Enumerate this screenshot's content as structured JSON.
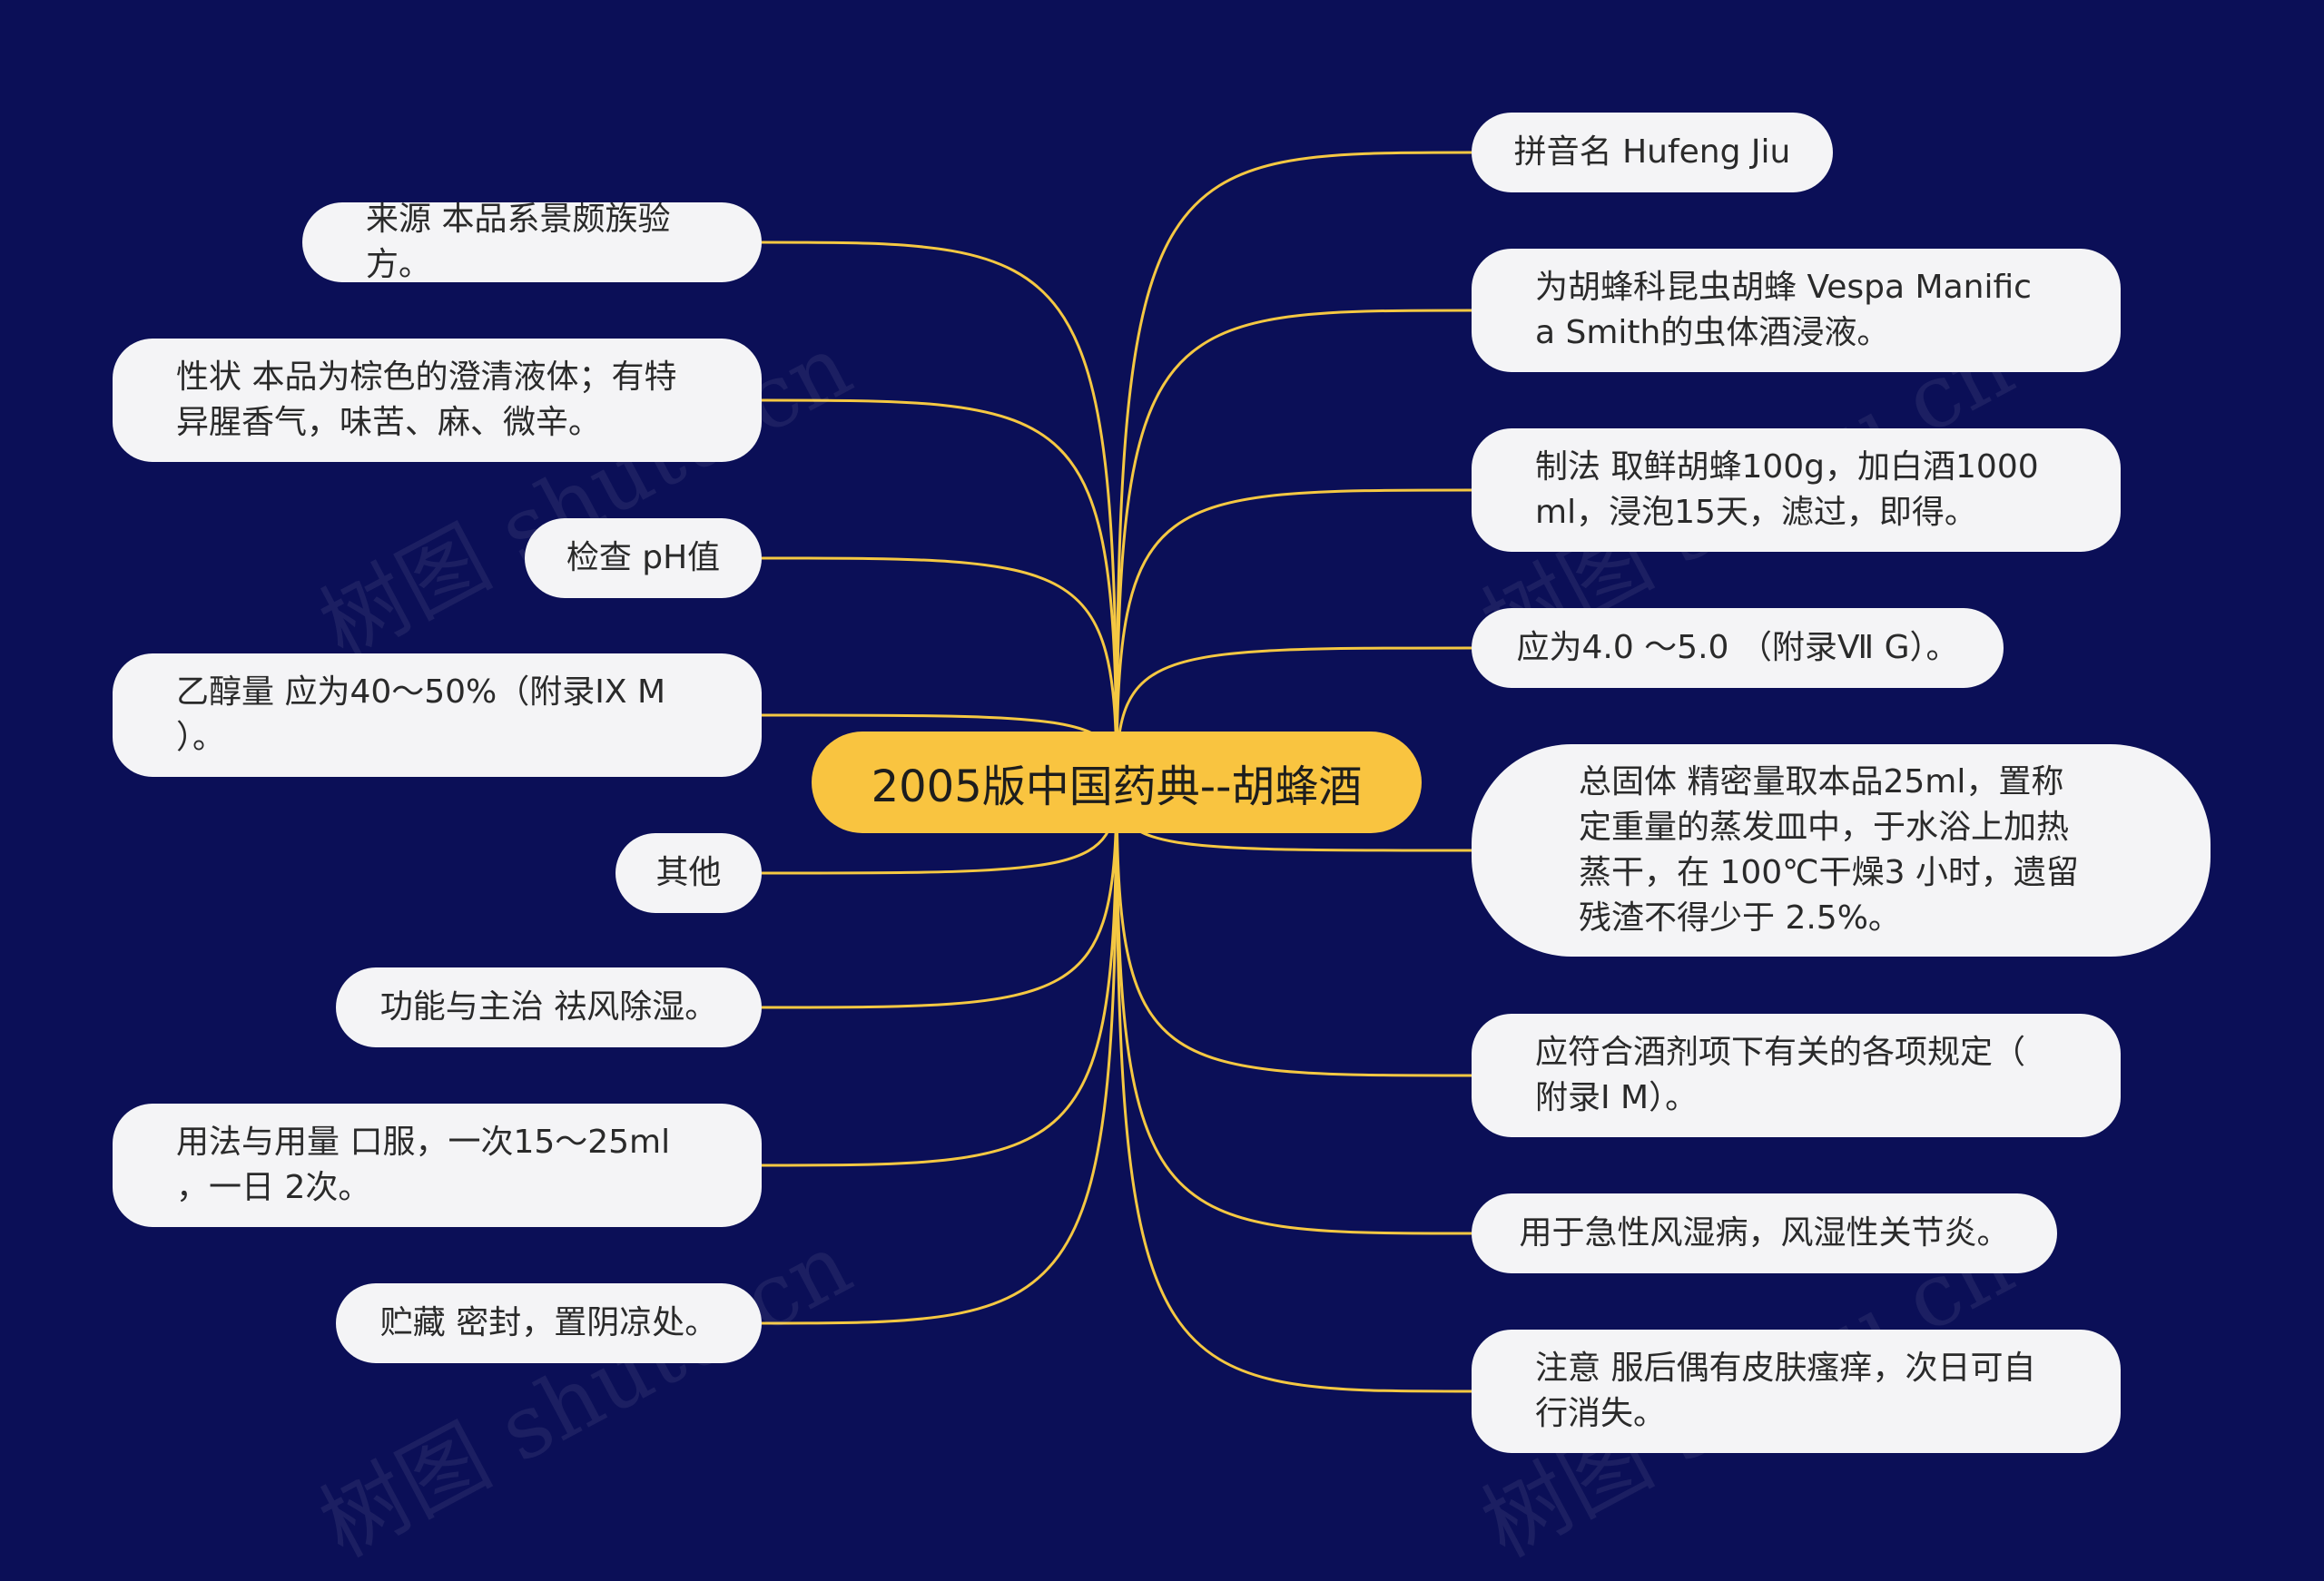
{
  "root": {
    "label": "2005版中国药典--胡蜂酒"
  },
  "left_nodes": [
    {
      "id": "source",
      "label": "来源 本品系景颇族验方。"
    },
    {
      "id": "character",
      "label": "性状 本品为棕色的澄清液体；有特\n异腥香气，味苦、麻、微辛。"
    },
    {
      "id": "check",
      "label": "检查 pH值"
    },
    {
      "id": "ethanol",
      "label": "乙醇量 应为40～50%（附录IX M\n）。"
    },
    {
      "id": "other",
      "label": "其他"
    },
    {
      "id": "function",
      "label": "功能与主治 祛风除湿。"
    },
    {
      "id": "usage",
      "label": "用法与用量 口服，一次15～25ml\n，一日 2次。"
    },
    {
      "id": "storage",
      "label": "贮藏 密封，置阴凉处。"
    }
  ],
  "right_nodes": [
    {
      "id": "pinyin",
      "label": "拼音名 Hufeng Jiu"
    },
    {
      "id": "species",
      "label": "为胡蜂科昆虫胡蜂 Vespa Manific\na Smith的虫体酒浸液。"
    },
    {
      "id": "method",
      "label": "制法 取鲜胡蜂100g，加白酒1000\nml，浸泡15天，滤过，即得。"
    },
    {
      "id": "ph_value",
      "label": "应为4.0 ～5.0 （附录Ⅶ G）。"
    },
    {
      "id": "solids",
      "label": "总固体 精密量取本品25ml，置称\n定重量的蒸发皿中，于水浴上加热\n蒸干，在 100℃干燥3 小时，遗留\n残渣不得少于 2.5%。"
    },
    {
      "id": "rules",
      "label": "应符合酒剂项下有关的各项规定（\n附录Ⅰ M）。"
    },
    {
      "id": "indication",
      "label": "用于急性风湿病，风湿性关节炎。"
    },
    {
      "id": "caution",
      "label": "注意 服后偶有皮肤瘙痒，次日可自\n行消失。"
    }
  ],
  "watermark": "树图 shutu.cn",
  "colors": {
    "background": "#0b0f57",
    "root": "#f9c440",
    "node": "#f4f4f6",
    "link": "#f5c842"
  }
}
